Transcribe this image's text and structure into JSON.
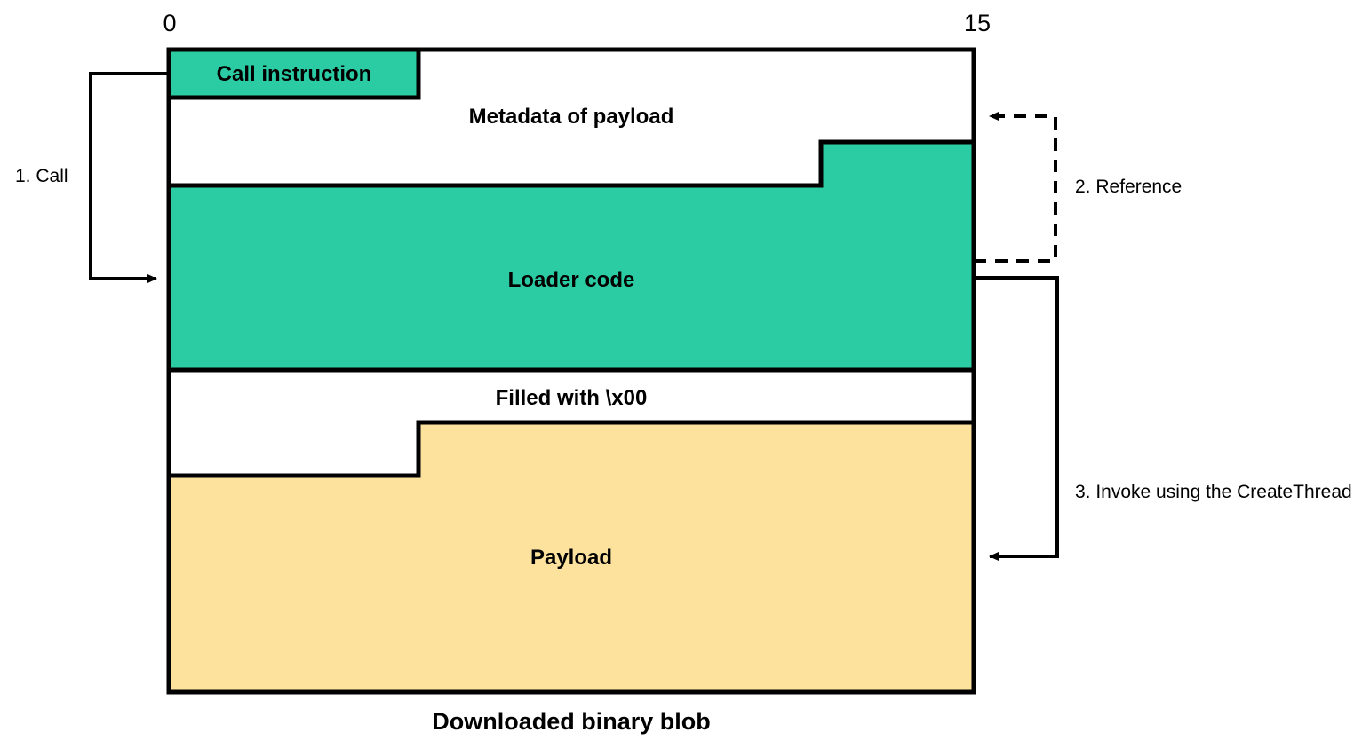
{
  "diagram": {
    "title_caption": "Downloaded binary blob",
    "axis": {
      "start_label": "0",
      "end_label": "15"
    },
    "blocks": [
      {
        "id": "call-instruction",
        "label": "Call instruction",
        "color": "#2BCCA3"
      },
      {
        "id": "metadata",
        "label": "Metadata of payload",
        "color": "#FFFFFF"
      },
      {
        "id": "loader-code",
        "label": "Loader code",
        "color": "#2BCCA3"
      },
      {
        "id": "filled-zeros",
        "label": "Filled with \\x00",
        "color": "#FFFFFF"
      },
      {
        "id": "payload",
        "label": "Payload",
        "color": "#FDE29E"
      }
    ],
    "annotations": [
      {
        "id": "step-1",
        "label": "1. Call",
        "style": "solid"
      },
      {
        "id": "step-2",
        "label": "2. Reference",
        "style": "dashed"
      },
      {
        "id": "step-3",
        "label": "3. Invoke using the CreateThread",
        "style": "solid"
      }
    ],
    "colors": {
      "green": "#2BCCA3",
      "yellow": "#FDE29E",
      "white": "#FFFFFF",
      "stroke": "#000000"
    }
  }
}
